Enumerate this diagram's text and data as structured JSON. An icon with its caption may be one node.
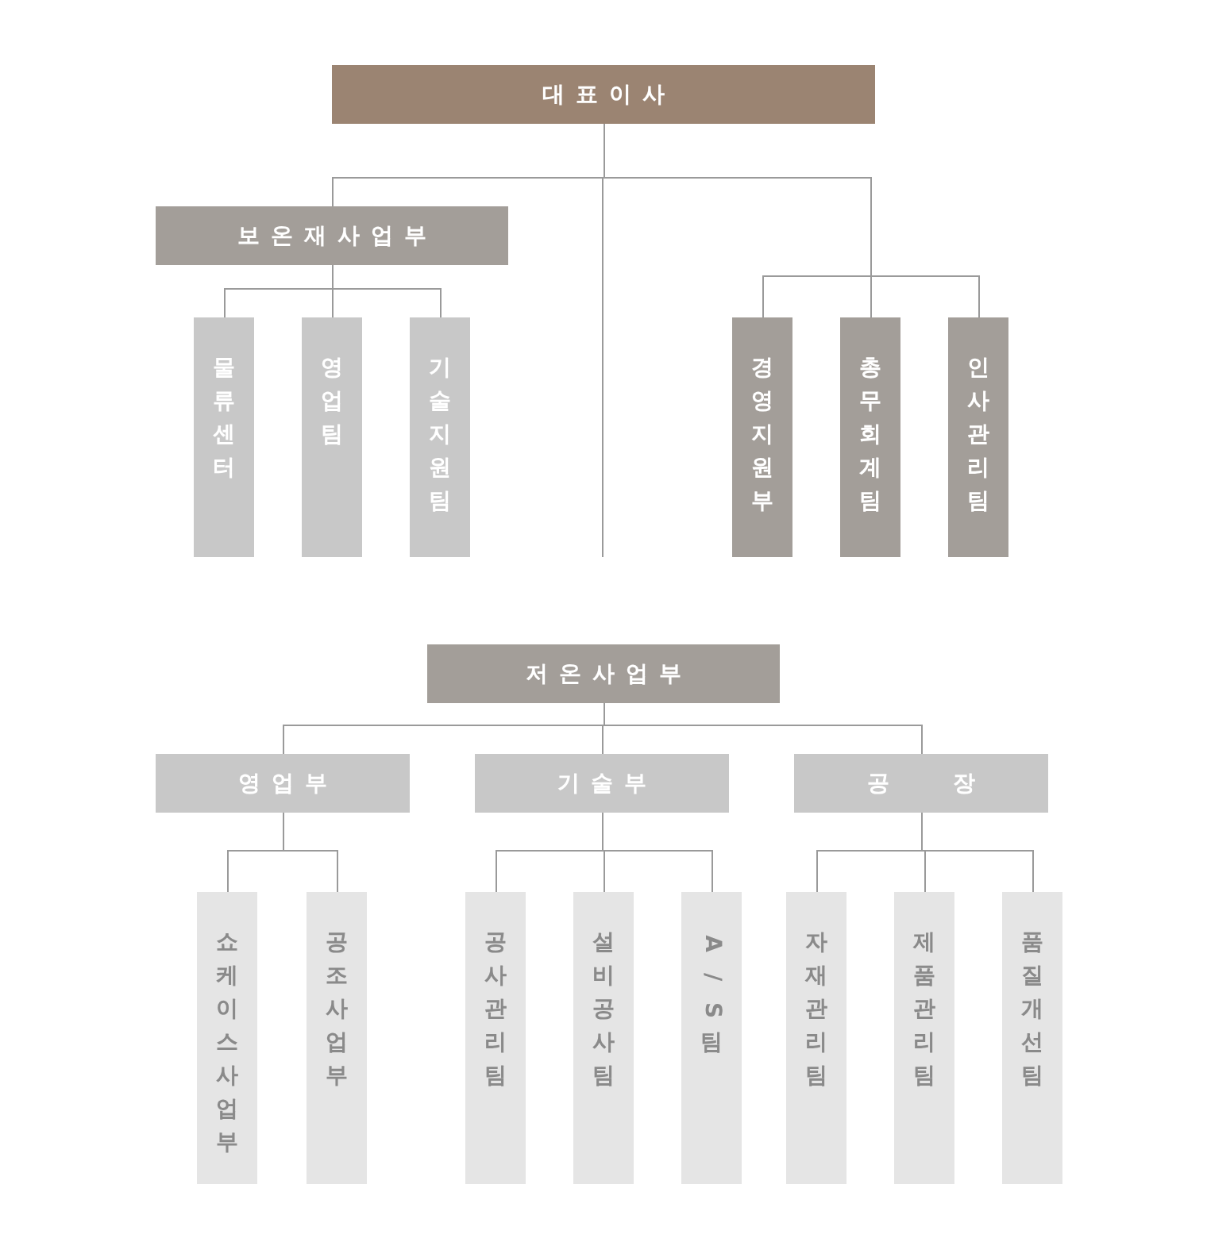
{
  "diagram": {
    "nodes": [
      {
        "text": [
          "대표이사"
        ]
      },
      {
        "text": [
          "보온재사업부"
        ]
      },
      {
        "text": [
          "물류센터"
        ]
      },
      {
        "text": [
          "영업팀"
        ]
      },
      {
        "text": [
          "기술지원팀"
        ]
      },
      {
        "text": [
          "경영지원부"
        ]
      },
      {
        "text": [
          "총무회계팀"
        ]
      },
      {
        "text": [
          "인사관리팀"
        ]
      },
      {
        "text": [
          "저온사업부"
        ]
      },
      {
        "text": [
          "영업부"
        ]
      },
      {
        "text": [
          "기술부"
        ]
      },
      {
        "text": [
          "공장"
        ]
      },
      {
        "text": [
          "쇼케이스사업부"
        ]
      },
      {
        "text": [
          "공조사업부"
        ]
      },
      {
        "text": [
          "공사관리팀"
        ]
      },
      {
        "text": [
          "설비공사팀"
        ]
      },
      {
        "text": [
          "A/S팀"
        ]
      },
      {
        "text": [
          "자재관리팀"
        ]
      },
      {
        "text": [
          "제품관리팀"
        ]
      },
      {
        "text": [
          "품질개선팀"
        ]
      }
    ],
    "edges": [
      {
        "from": 0,
        "to": 1,
        "arrow": "none"
      },
      {
        "from": 0,
        "to": 5,
        "arrow": "none"
      },
      {
        "from": 0,
        "to": 6,
        "arrow": "none"
      },
      {
        "from": 0,
        "to": 7,
        "arrow": "none"
      },
      {
        "from": 1,
        "to": 2,
        "arrow": "none"
      },
      {
        "from": 1,
        "to": 3,
        "arrow": "none"
      },
      {
        "from": 1,
        "to": 4,
        "arrow": "none"
      },
      {
        "from": 8,
        "to": 9,
        "arrow": "none"
      },
      {
        "from": 8,
        "to": 10,
        "arrow": "none"
      },
      {
        "from": 8,
        "to": 11,
        "arrow": "none"
      },
      {
        "from": 9,
        "to": 12,
        "arrow": "none"
      },
      {
        "from": 9,
        "to": 13,
        "arrow": "none"
      },
      {
        "from": 10,
        "to": 14,
        "arrow": "none"
      },
      {
        "from": 10,
        "to": 15,
        "arrow": "none"
      },
      {
        "from": 10,
        "to": 16,
        "arrow": "none"
      },
      {
        "from": 11,
        "to": 17,
        "arrow": "none"
      },
      {
        "from": 11,
        "to": 18,
        "arrow": "none"
      },
      {
        "from": 11,
        "to": 19,
        "arrow": "none"
      }
    ]
  }
}
